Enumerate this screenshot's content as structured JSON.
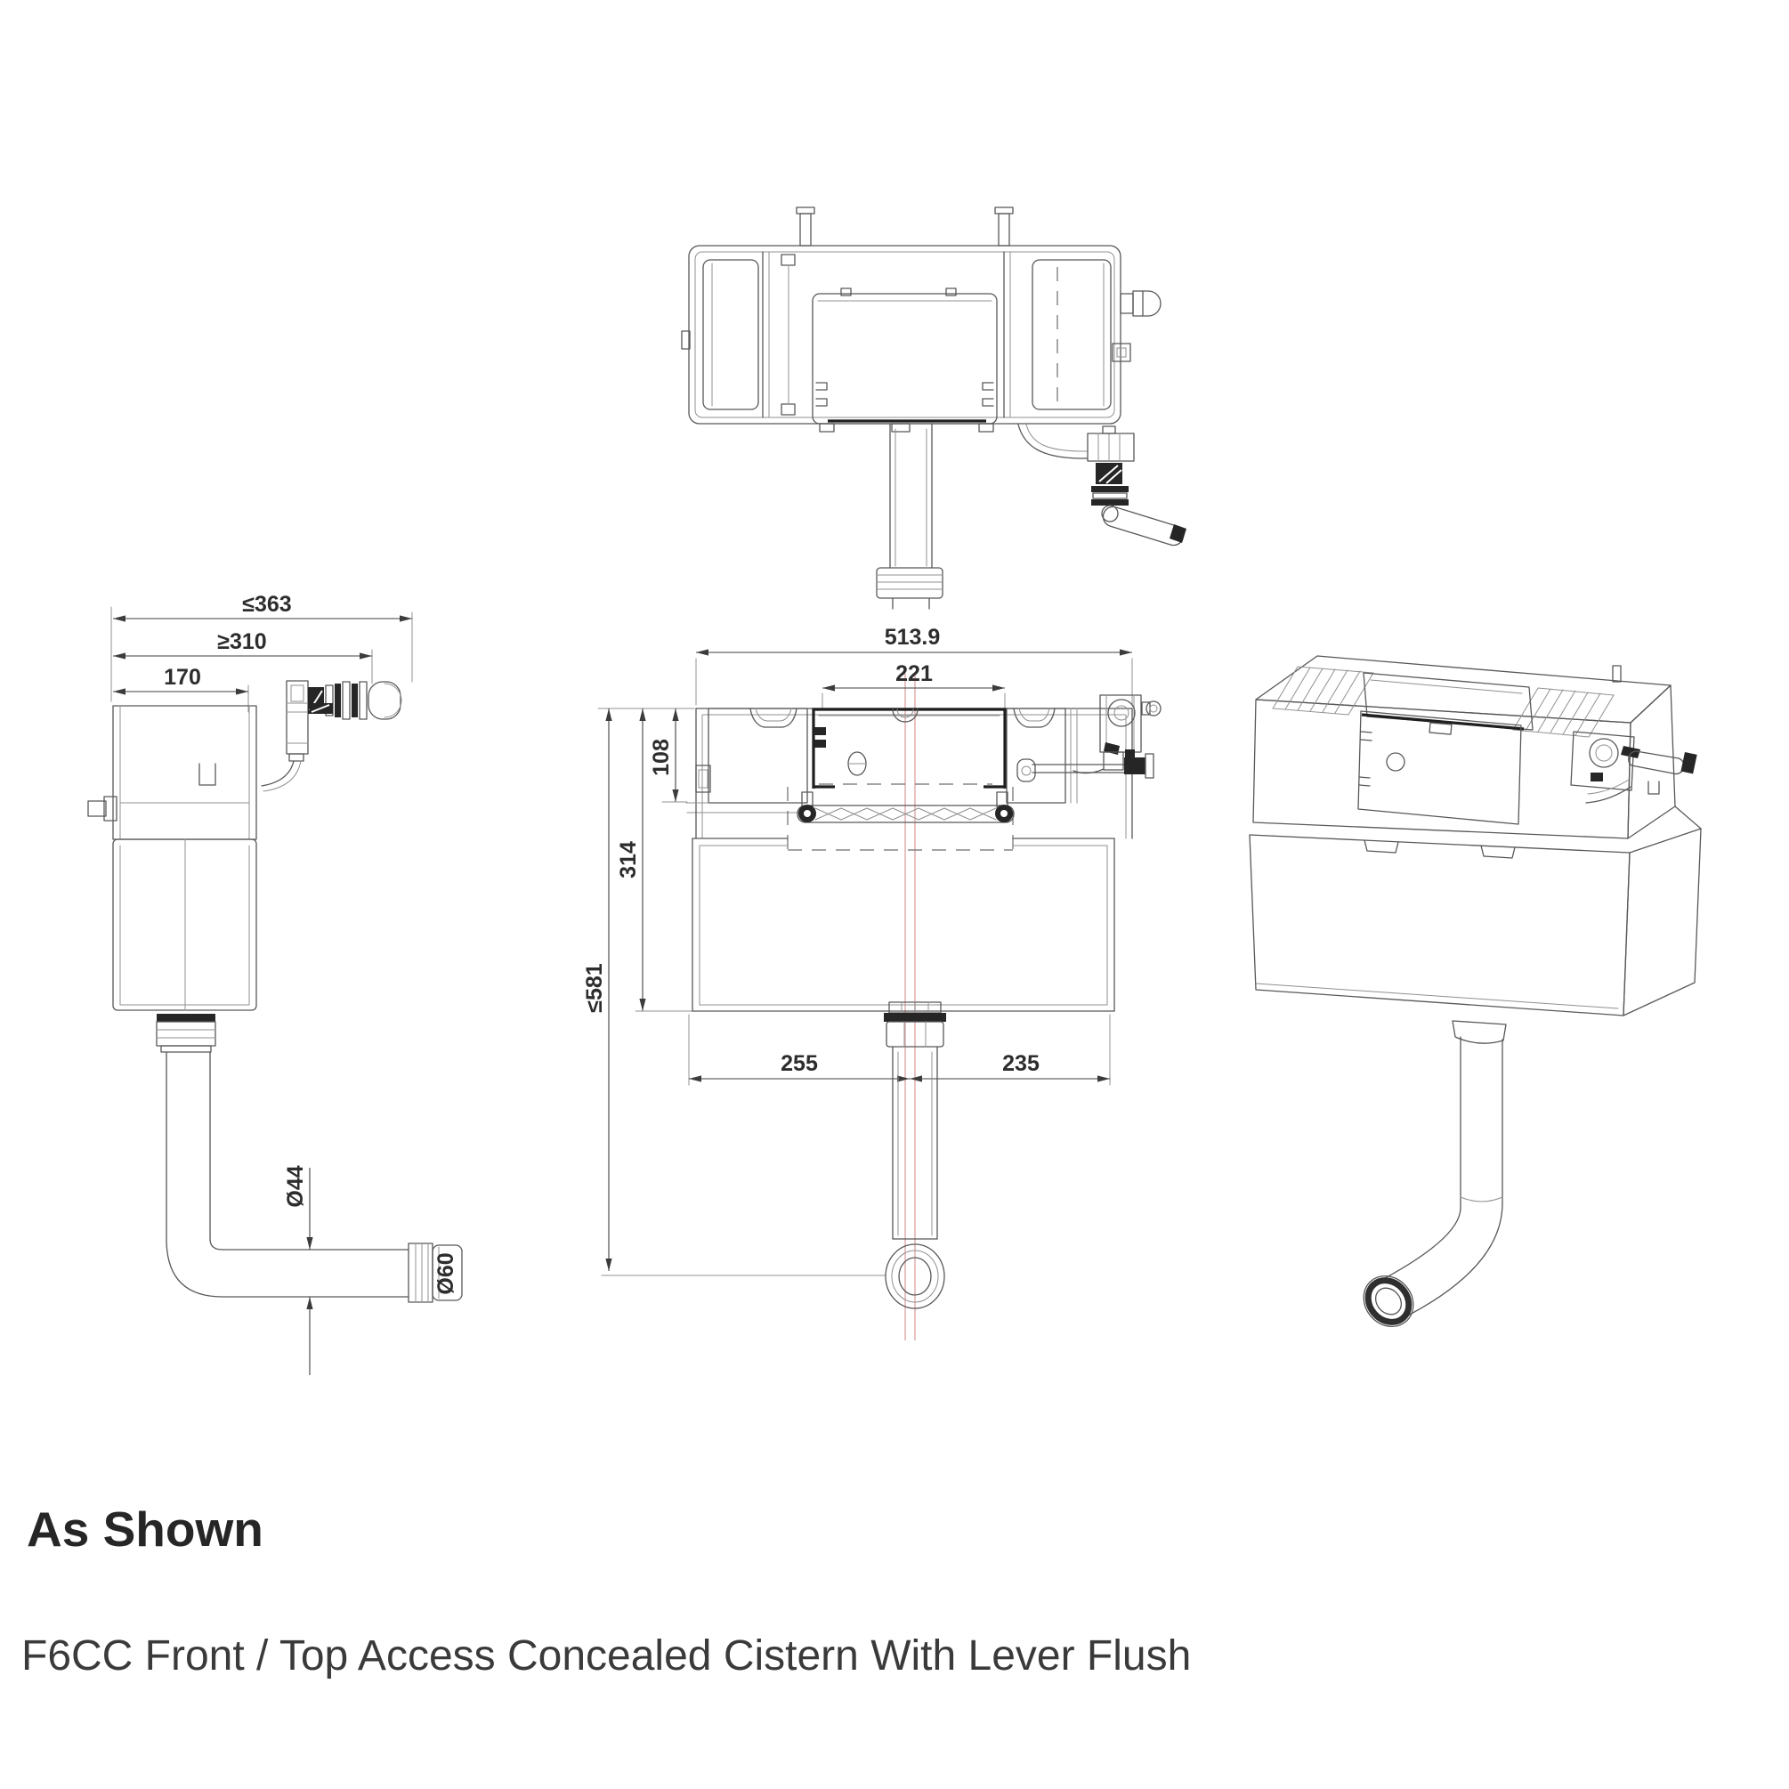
{
  "page": {
    "background": "#ffffff"
  },
  "caption": {
    "heading": "As Shown",
    "description": "F6CC Front / Top Access Concealed Cistern With Lever Flush"
  },
  "drawing": {
    "kind": "technical-drawing",
    "subject": "F6CC concealed cistern with lever flush",
    "colors": {
      "line": "#585858",
      "dark": "#1f1f1f",
      "centerline": "#e2adad",
      "dimension_text": "#2d2d2d"
    },
    "dimensions": {
      "side_view": {
        "max_depth": "≤363",
        "min_depth": "≥310",
        "body_depth": "170",
        "flush_pipe_diameter": "Ø44",
        "outlet_diameter": "Ø60"
      },
      "front_view": {
        "overall_width": "513.9",
        "access_width": "221",
        "frame_height": "108",
        "tank_height": "314",
        "max_height": "≤581",
        "outlet_offset_left": "255",
        "outlet_offset_right": "235"
      }
    }
  }
}
